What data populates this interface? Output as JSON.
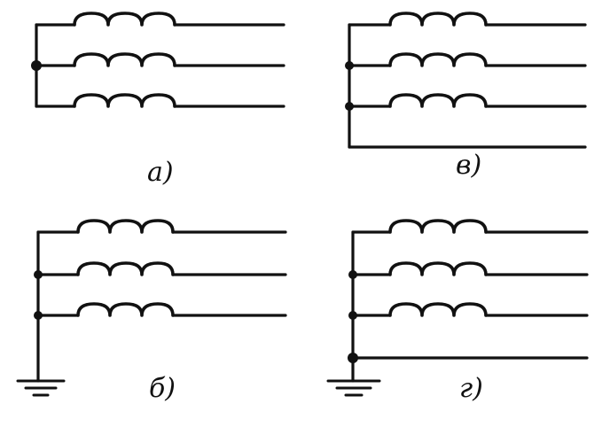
{
  "labels": {
    "a": "а)",
    "b": "б)",
    "v": "в)",
    "g": "г)"
  },
  "colors": {
    "ink": "#111111",
    "background": "#ffffff"
  }
}
